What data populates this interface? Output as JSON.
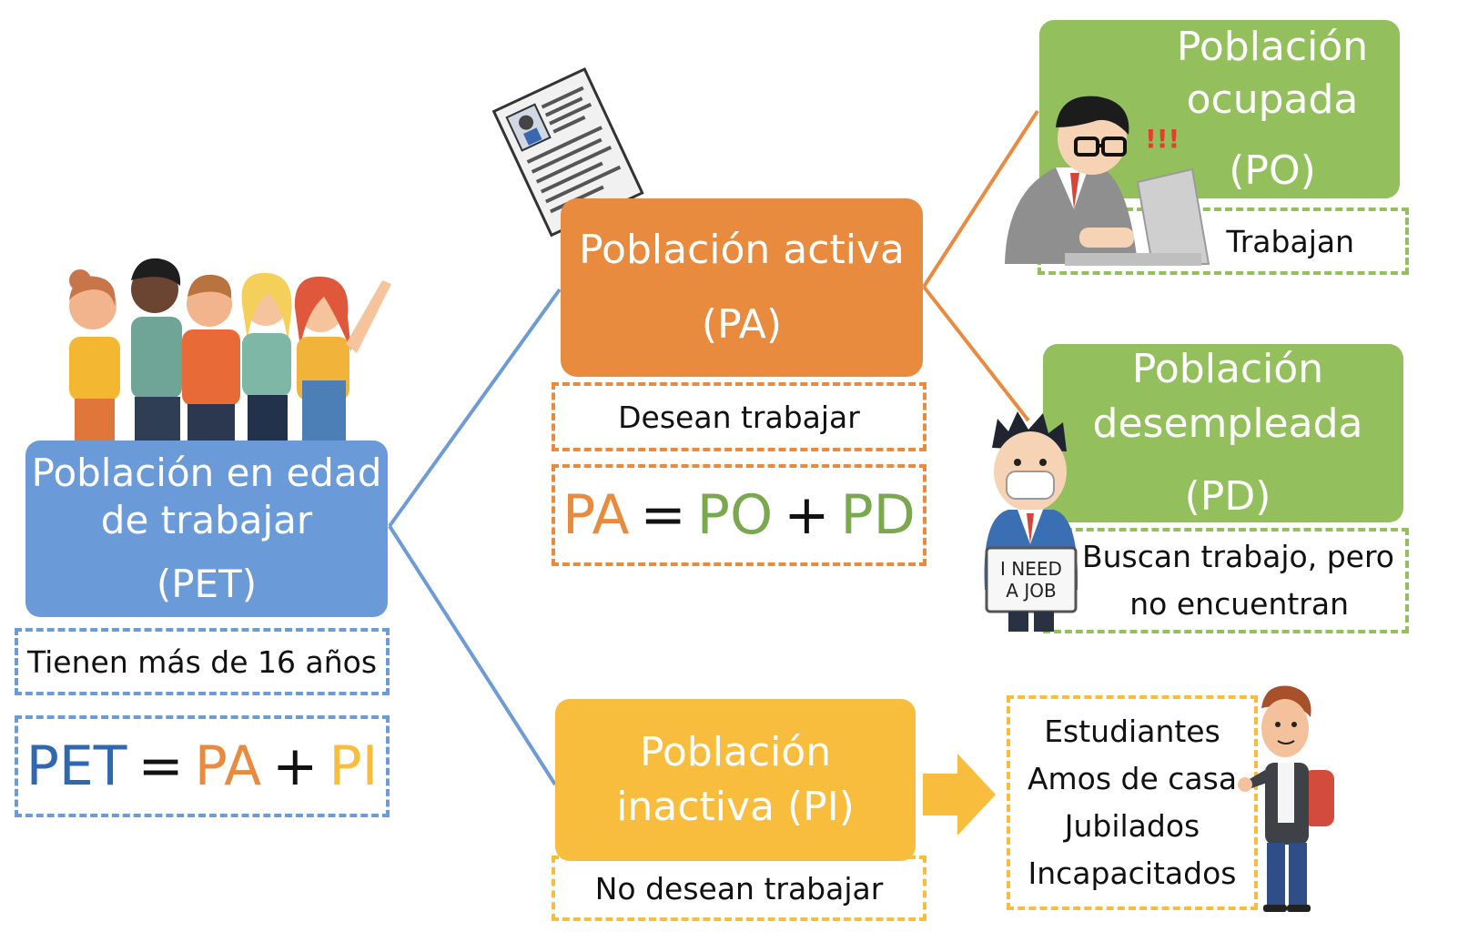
{
  "colors": {
    "blue": "#6a9bd8",
    "blue_dark": "#2f67b1",
    "orange": "#e88b3f",
    "green": "#93c05c",
    "green_text": "#79a84e",
    "yellow": "#f9bd3d",
    "line_blue": "#6d9bd6",
    "line_orange": "#e98a3e"
  },
  "pet": {
    "title_line1": "Población en edad",
    "title_line2": "de trabajar",
    "abbr": "(PET)",
    "description": "Tienen más de 16 años",
    "formula": {
      "lhs": "PET",
      "eq": "=",
      "a": "PA",
      "plus": "+",
      "b": "PI"
    }
  },
  "pa": {
    "title": "Población activa",
    "abbr": "(PA)",
    "description": "Desean trabajar",
    "formula": {
      "lhs": "PA",
      "eq": "=",
      "a": "PO",
      "plus": "+",
      "b": "PD"
    }
  },
  "pi": {
    "title_line1": "Población",
    "title_line2": "inactiva (PI)",
    "description": "No desean trabajar",
    "groups": [
      "Estudiantes",
      "Amos de casa",
      "Jubilados",
      "Incapacitados"
    ]
  },
  "po": {
    "title_line1": "Población",
    "title_line2": "ocupada",
    "abbr": "(PO)",
    "description": "Trabajan"
  },
  "pd": {
    "title_line1": "Población",
    "title_line2": "desempleada",
    "abbr": "(PD)",
    "description_line1": "Buscan trabajo, pero",
    "description_line2": "no encuentran"
  },
  "illustrations": {
    "sign_line1": "I NEED",
    "sign_line2": "A JOB",
    "exclaim": "!!!"
  },
  "icons": [
    "people-group-illustration",
    "resume-document-icon",
    "office-worker-illustration",
    "unemployed-man-illustration",
    "student-illustration",
    "right-arrow-icon"
  ]
}
